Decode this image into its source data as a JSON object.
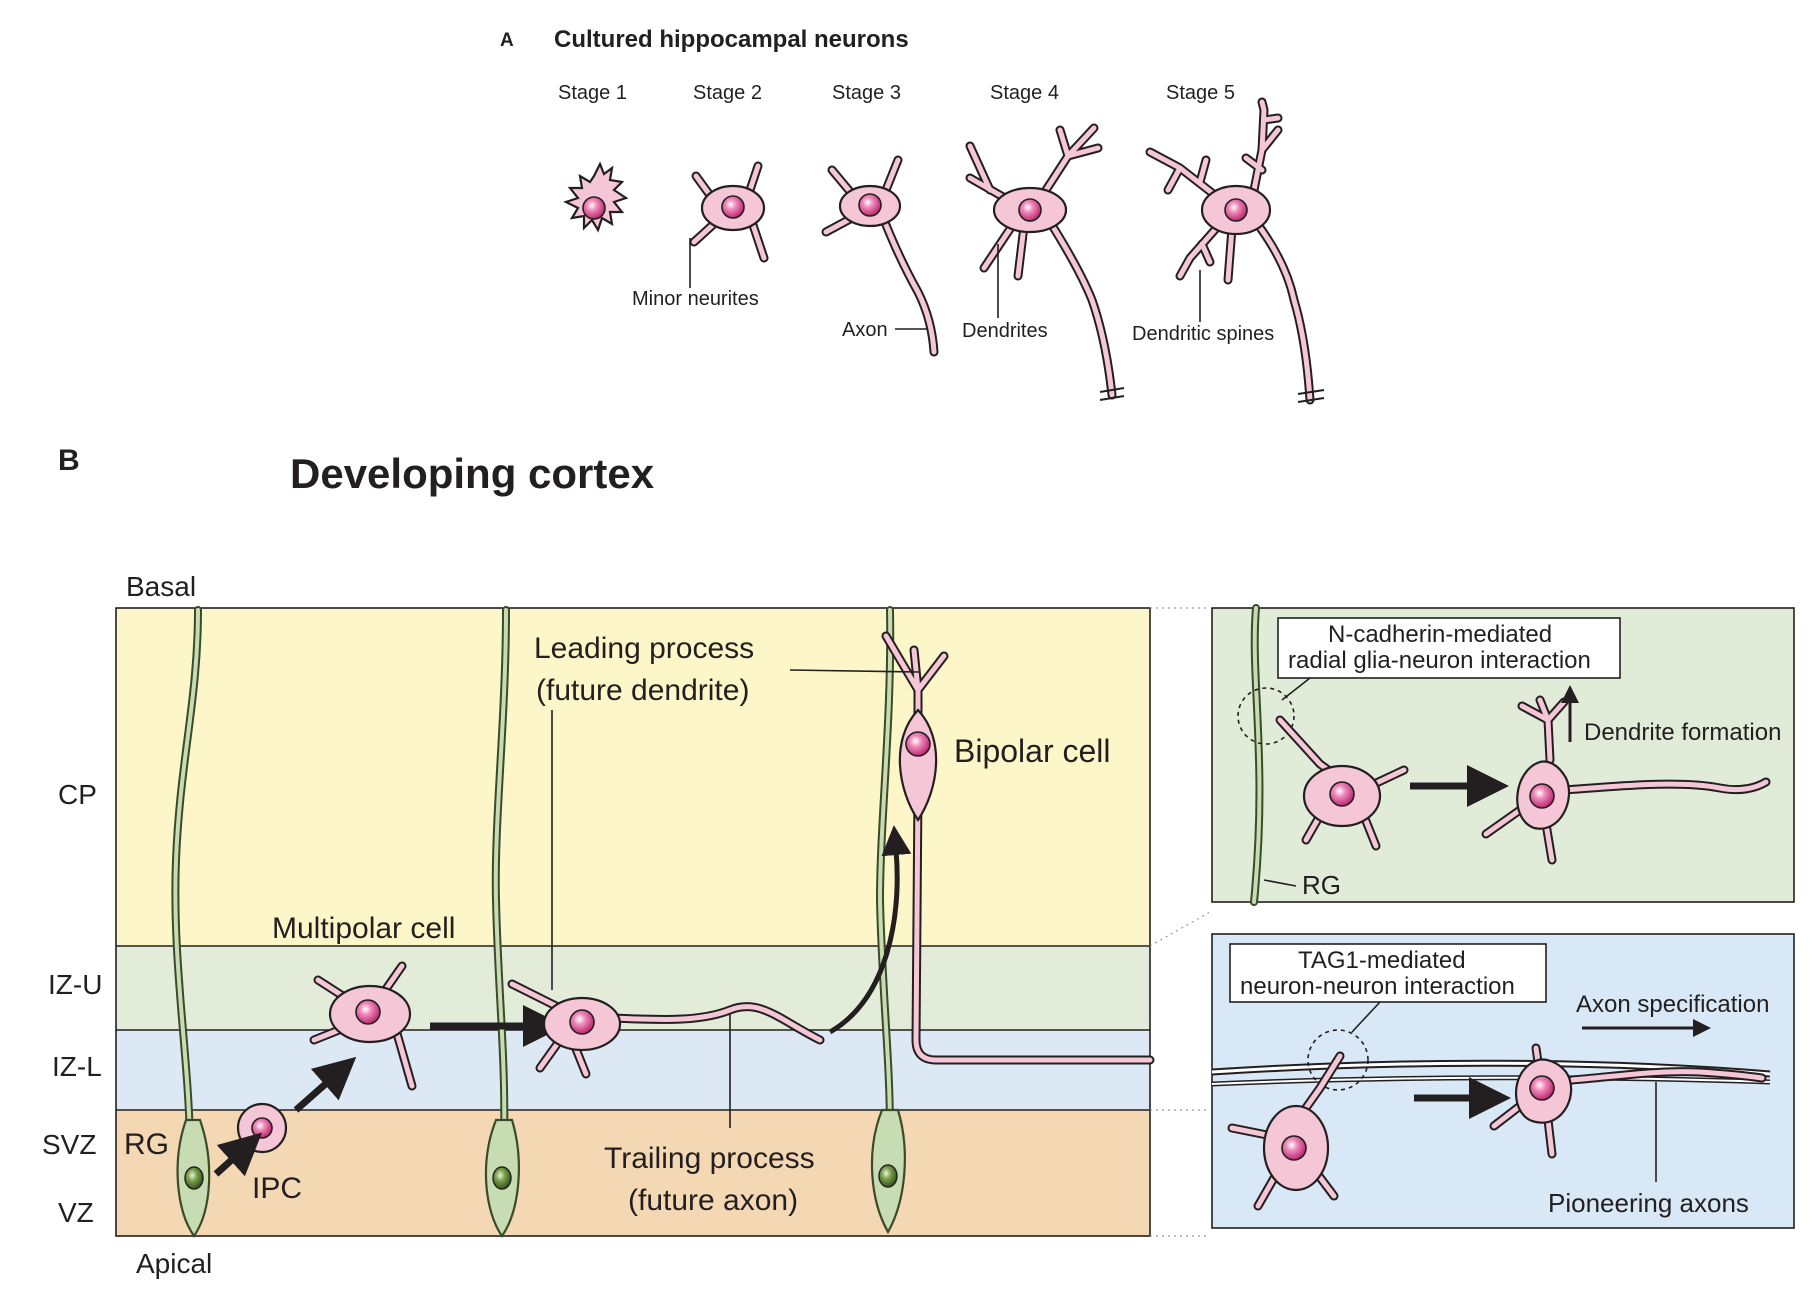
{
  "panel_a": {
    "letter": "A",
    "title": "Cultured hippocampal neurons",
    "stages": [
      "Stage 1",
      "Stage 2",
      "Stage 3",
      "Stage 4",
      "Stage 5"
    ],
    "labels": {
      "minor_neurites": "Minor neurites",
      "axon": "Axon",
      "dendrites": "Dendrites",
      "dendritic_spines": "Dendritic spines"
    }
  },
  "panel_b": {
    "letter": "B",
    "title": "Developing cortex",
    "basal": "Basal",
    "apical": "Apical",
    "zones": [
      "CP",
      "IZ-U",
      "IZ-L",
      "SVZ",
      "VZ"
    ],
    "labels": {
      "rg": "RG",
      "ipc": "IPC",
      "multipolar": "Multipolar cell",
      "leading_1": "Leading process",
      "leading_2": "(future dendrite)",
      "trailing_1": "Trailing process",
      "trailing_2": "(future axon)",
      "bipolar": "Bipolar cell"
    },
    "inset_top": {
      "box_1": "N-cadherin-mediated",
      "box_2": "radial glia-neuron interaction",
      "dendrite_formation": "Dendrite formation",
      "rg": "RG"
    },
    "inset_bottom": {
      "box_1": "TAG1-mediated",
      "box_2": "neuron-neuron interaction",
      "axon_specification": "Axon specification",
      "pioneering_axons": "Pioneering axons"
    }
  },
  "colors": {
    "cp": "#fcf6c8",
    "iz_u": "#e2ecd8",
    "iz_l": "#dce8f4",
    "svz_vz": "#f4d8b4",
    "inset_top_bg": "#e0ecd8",
    "inset_bottom_bg": "#d8e8f6",
    "neuron": "#f5c6d6",
    "nucleus": "#d4357e",
    "radial_glia": "#c8dcb4"
  }
}
